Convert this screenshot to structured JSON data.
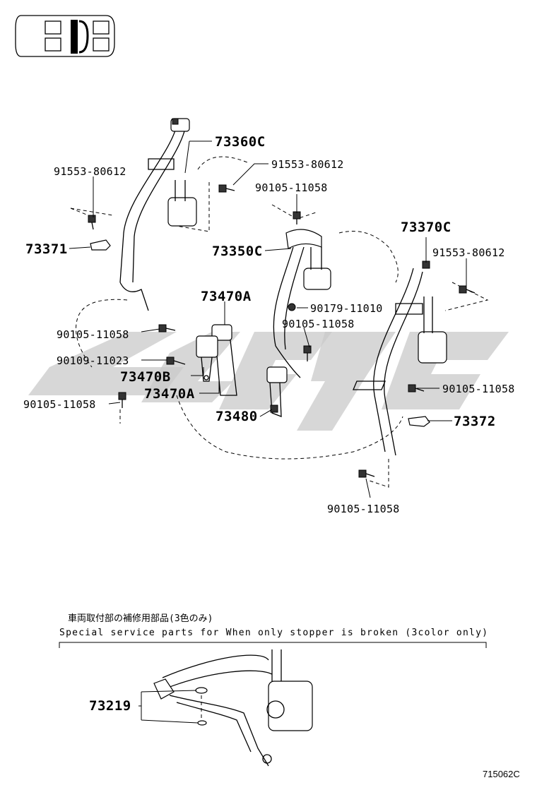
{
  "labels": {
    "p73360C": "73360C",
    "p91553_a": "91553-80612",
    "p91553_b": "91553-80612",
    "p90105_a": "90105-11058",
    "p73371": "73371",
    "p73350C": "73350C",
    "p73370C": "73370C",
    "p91553_c": "91553-80612",
    "p73470A_top": "73470A",
    "p90179": "90179-11010",
    "p90105_b": "90105-11058",
    "p90105_c": "90105-11058",
    "p90109": "90109-11023",
    "p73470B": "73470B",
    "p73470A_bot": "73470A",
    "p90105_d": "90105-11058",
    "p90105_e": "90105-11058",
    "p73480": "73480",
    "p73372": "73372",
    "p90105_f": "90105-11058",
    "p73219": "73219"
  },
  "service_note": {
    "japanese": "車両取付部の補修用部品(3色のみ)",
    "english": "Special  service  parts  for  When  only  stopper  is  broken  (3color  only)"
  },
  "diagram_code": "715062C"
}
